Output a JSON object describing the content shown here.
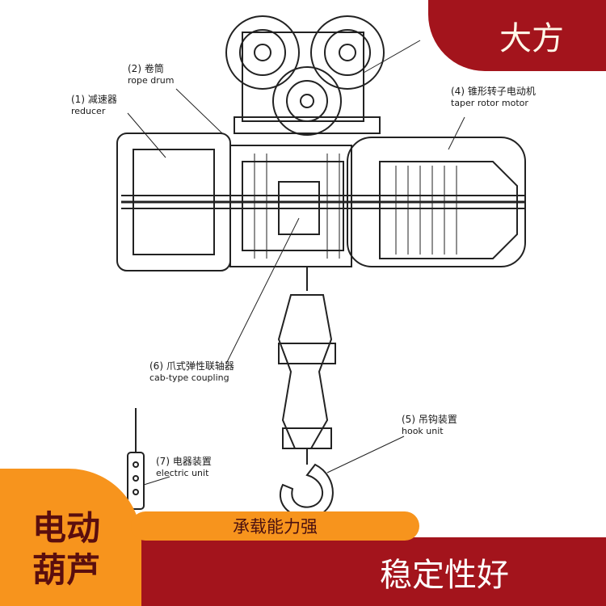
{
  "brand": "大方",
  "product_name": "电动\n葫芦",
  "feature1": "承载能力强",
  "feature2": "稳定性好",
  "labels": [
    {
      "zh": "(2) 卷筒",
      "en": "rope drum"
    },
    {
      "zh": "(1) 减速器",
      "en": "reducer"
    },
    {
      "zh": "(4) 锥形转子电动机",
      "en": "taper rotor motor"
    },
    {
      "zh": "(6) 爪式弹性联轴器",
      "en": "cab-type coupling"
    },
    {
      "zh": "(5) 吊钩装置",
      "en": "hook unit"
    },
    {
      "zh": "(7) 电器装置",
      "en": "electric unit"
    }
  ],
  "colors": {
    "accent": "#a3141c",
    "orange": "#f7941d"
  }
}
